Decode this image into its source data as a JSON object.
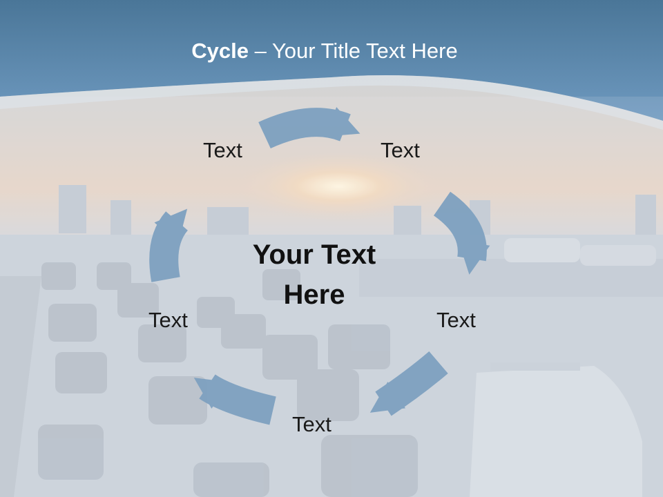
{
  "slide": {
    "title_bold": "Cycle",
    "title_rest": " – Your Title Text Here",
    "center_text_line1": "Your Text",
    "center_text_line2": "Here",
    "labels": [
      "Text",
      "Text",
      "Text",
      "Text",
      "Text"
    ]
  },
  "colors": {
    "header_blue": "#5b87a9",
    "arrow_fill": "#7ea1c0",
    "overlay": "#e9eef3"
  },
  "icons": [
    "cycle-arrow-icon"
  ]
}
